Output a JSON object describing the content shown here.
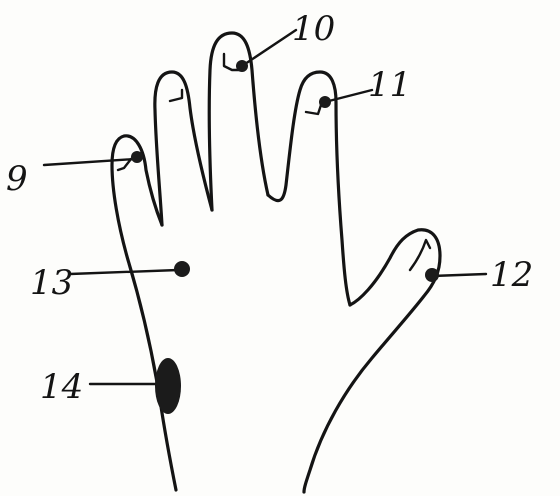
{
  "diagram": {
    "points": [
      {
        "id": "9",
        "label": "9"
      },
      {
        "id": "10",
        "label": "10"
      },
      {
        "id": "11",
        "label": "11"
      },
      {
        "id": "12",
        "label": "12"
      },
      {
        "id": "13",
        "label": "13"
      },
      {
        "id": "14",
        "label": "14"
      }
    ]
  },
  "colors": {
    "ink": "#141414",
    "paper": "#fdfdfb"
  }
}
